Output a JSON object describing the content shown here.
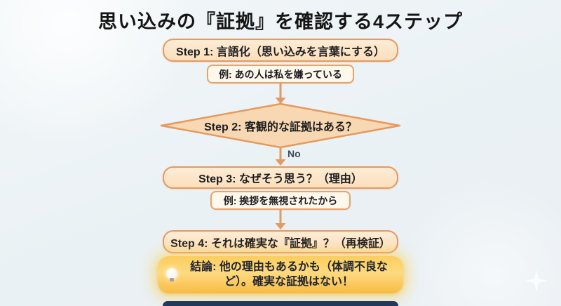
{
  "title": "思い込みの『証拠』を確認する4ステップ",
  "flow": {
    "step1": "Step 1: 言語化（思い込みを言葉にする）",
    "example1": "例: あの人は私を嫌っている",
    "step2": "Step 2: 客観的な証拠はある？",
    "branch_no": "No",
    "step3": "Step 3: なぜそう思う？（理由）",
    "example2": "例: 挨拶を無視されたから",
    "step4": "Step 4: それは確実な『証拠』？（再検証）",
    "conclusion": "結論: 他の理由もあるかも（体調不良など）。確実な証拠はない！"
  },
  "icons": {
    "conclusion_icon": "lightbulb-icon",
    "decoration_icon": "sparkle-icon"
  },
  "colors": {
    "background": "#eaf1f4",
    "step_fill": "#fbdfbd",
    "step_border": "#e5995f",
    "example_fill": "#fdf7ec",
    "diamond_fill": "#f8d8b2",
    "arrow": "#e29a62",
    "conclusion_fill": "#fbc854",
    "conclusion_glow": "#ffcd46",
    "bottom_bar": "#22395c",
    "text": "#1c1c1e"
  }
}
